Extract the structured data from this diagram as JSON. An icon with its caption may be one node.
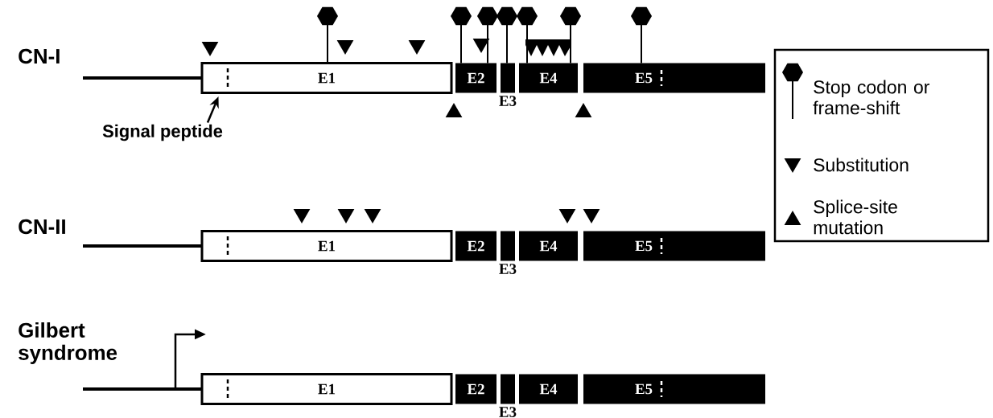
{
  "diagram": {
    "nodes": [
      {
        "text": [
          "E1"
        ]
      },
      {
        "text": [
          "E2"
        ]
      },
      {
        "text": [
          "E3"
        ]
      },
      {
        "text": [
          "E4"
        ]
      },
      {
        "text": [
          "E5"
        ]
      },
      {
        "text": [
          "Signal peptide"
        ]
      },
      {
        "text": [
          "E1"
        ]
      },
      {
        "text": [
          "E2"
        ]
      },
      {
        "text": [
          "E3"
        ]
      },
      {
        "text": [
          "E4"
        ]
      },
      {
        "text": [
          "E5"
        ]
      },
      {
        "text": [
          "E1"
        ]
      },
      {
        "text": [
          "E2"
        ]
      },
      {
        "text": [
          "E3"
        ]
      },
      {
        "text": [
          "E4"
        ]
      },
      {
        "text": [
          "E5"
        ]
      }
    ],
    "edges": [
      {
        "from": 5,
        "to": 0,
        "arrow": "to"
      }
    ],
    "labels": [
      "CN-I",
      "CN-II",
      "Gilbert syndrome"
    ],
    "legend": [
      {
        "text": "Stop codon or frame-shift"
      },
      {
        "text": "Substitution"
      },
      {
        "text": "Splice-site mutation"
      }
    ]
  }
}
